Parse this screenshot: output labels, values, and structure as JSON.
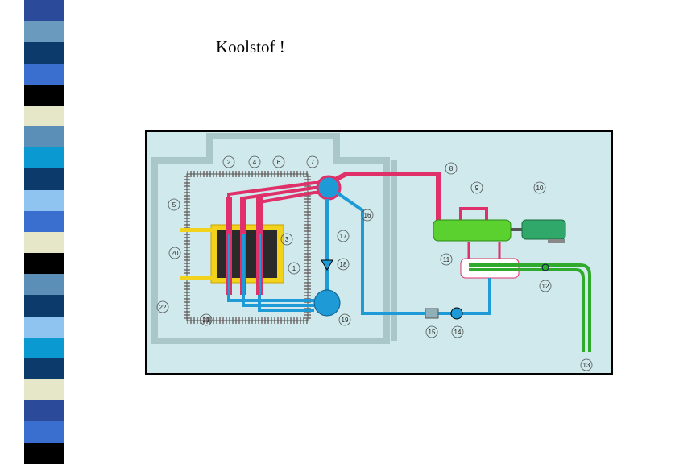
{
  "slide": {
    "title": "Koolstof !"
  },
  "decor_stripe": {
    "colors": [
      "#2b4a9a",
      "#6a9bbf",
      "#0b3a6b",
      "#3a6fcf",
      "#000000",
      "#e6e6c8",
      "#5b8fb8",
      "#0a9ad1",
      "#0b3a6b",
      "#8fc4f0",
      "#3a6fcf",
      "#e6e6c8",
      "#000000",
      "#5b8fb8",
      "#0b3a6b",
      "#8fc4f0",
      "#0a9ad1",
      "#0b3a6b",
      "#e6e6c8",
      "#2b4a9a",
      "#3a6fcf",
      "#000000"
    ]
  },
  "diagram": {
    "colors": {
      "frame": "#000000",
      "background": "#cfe9ec",
      "hot_loop": "#e0306a",
      "cold_loop": "#1e9ad6",
      "core_yellow": "#f2d21a",
      "turbine_green": "#5ad12e",
      "generator_green": "#2fa86a",
      "cooling_water": "#2faa2a",
      "wall_grey": "#a9c6c9"
    },
    "labels": [
      "1",
      "2",
      "3",
      "4",
      "5",
      "6",
      "7",
      "8",
      "9",
      "10",
      "11",
      "12",
      "13",
      "14",
      "15",
      "16",
      "17",
      "18",
      "19",
      "20",
      "21",
      "22"
    ]
  }
}
